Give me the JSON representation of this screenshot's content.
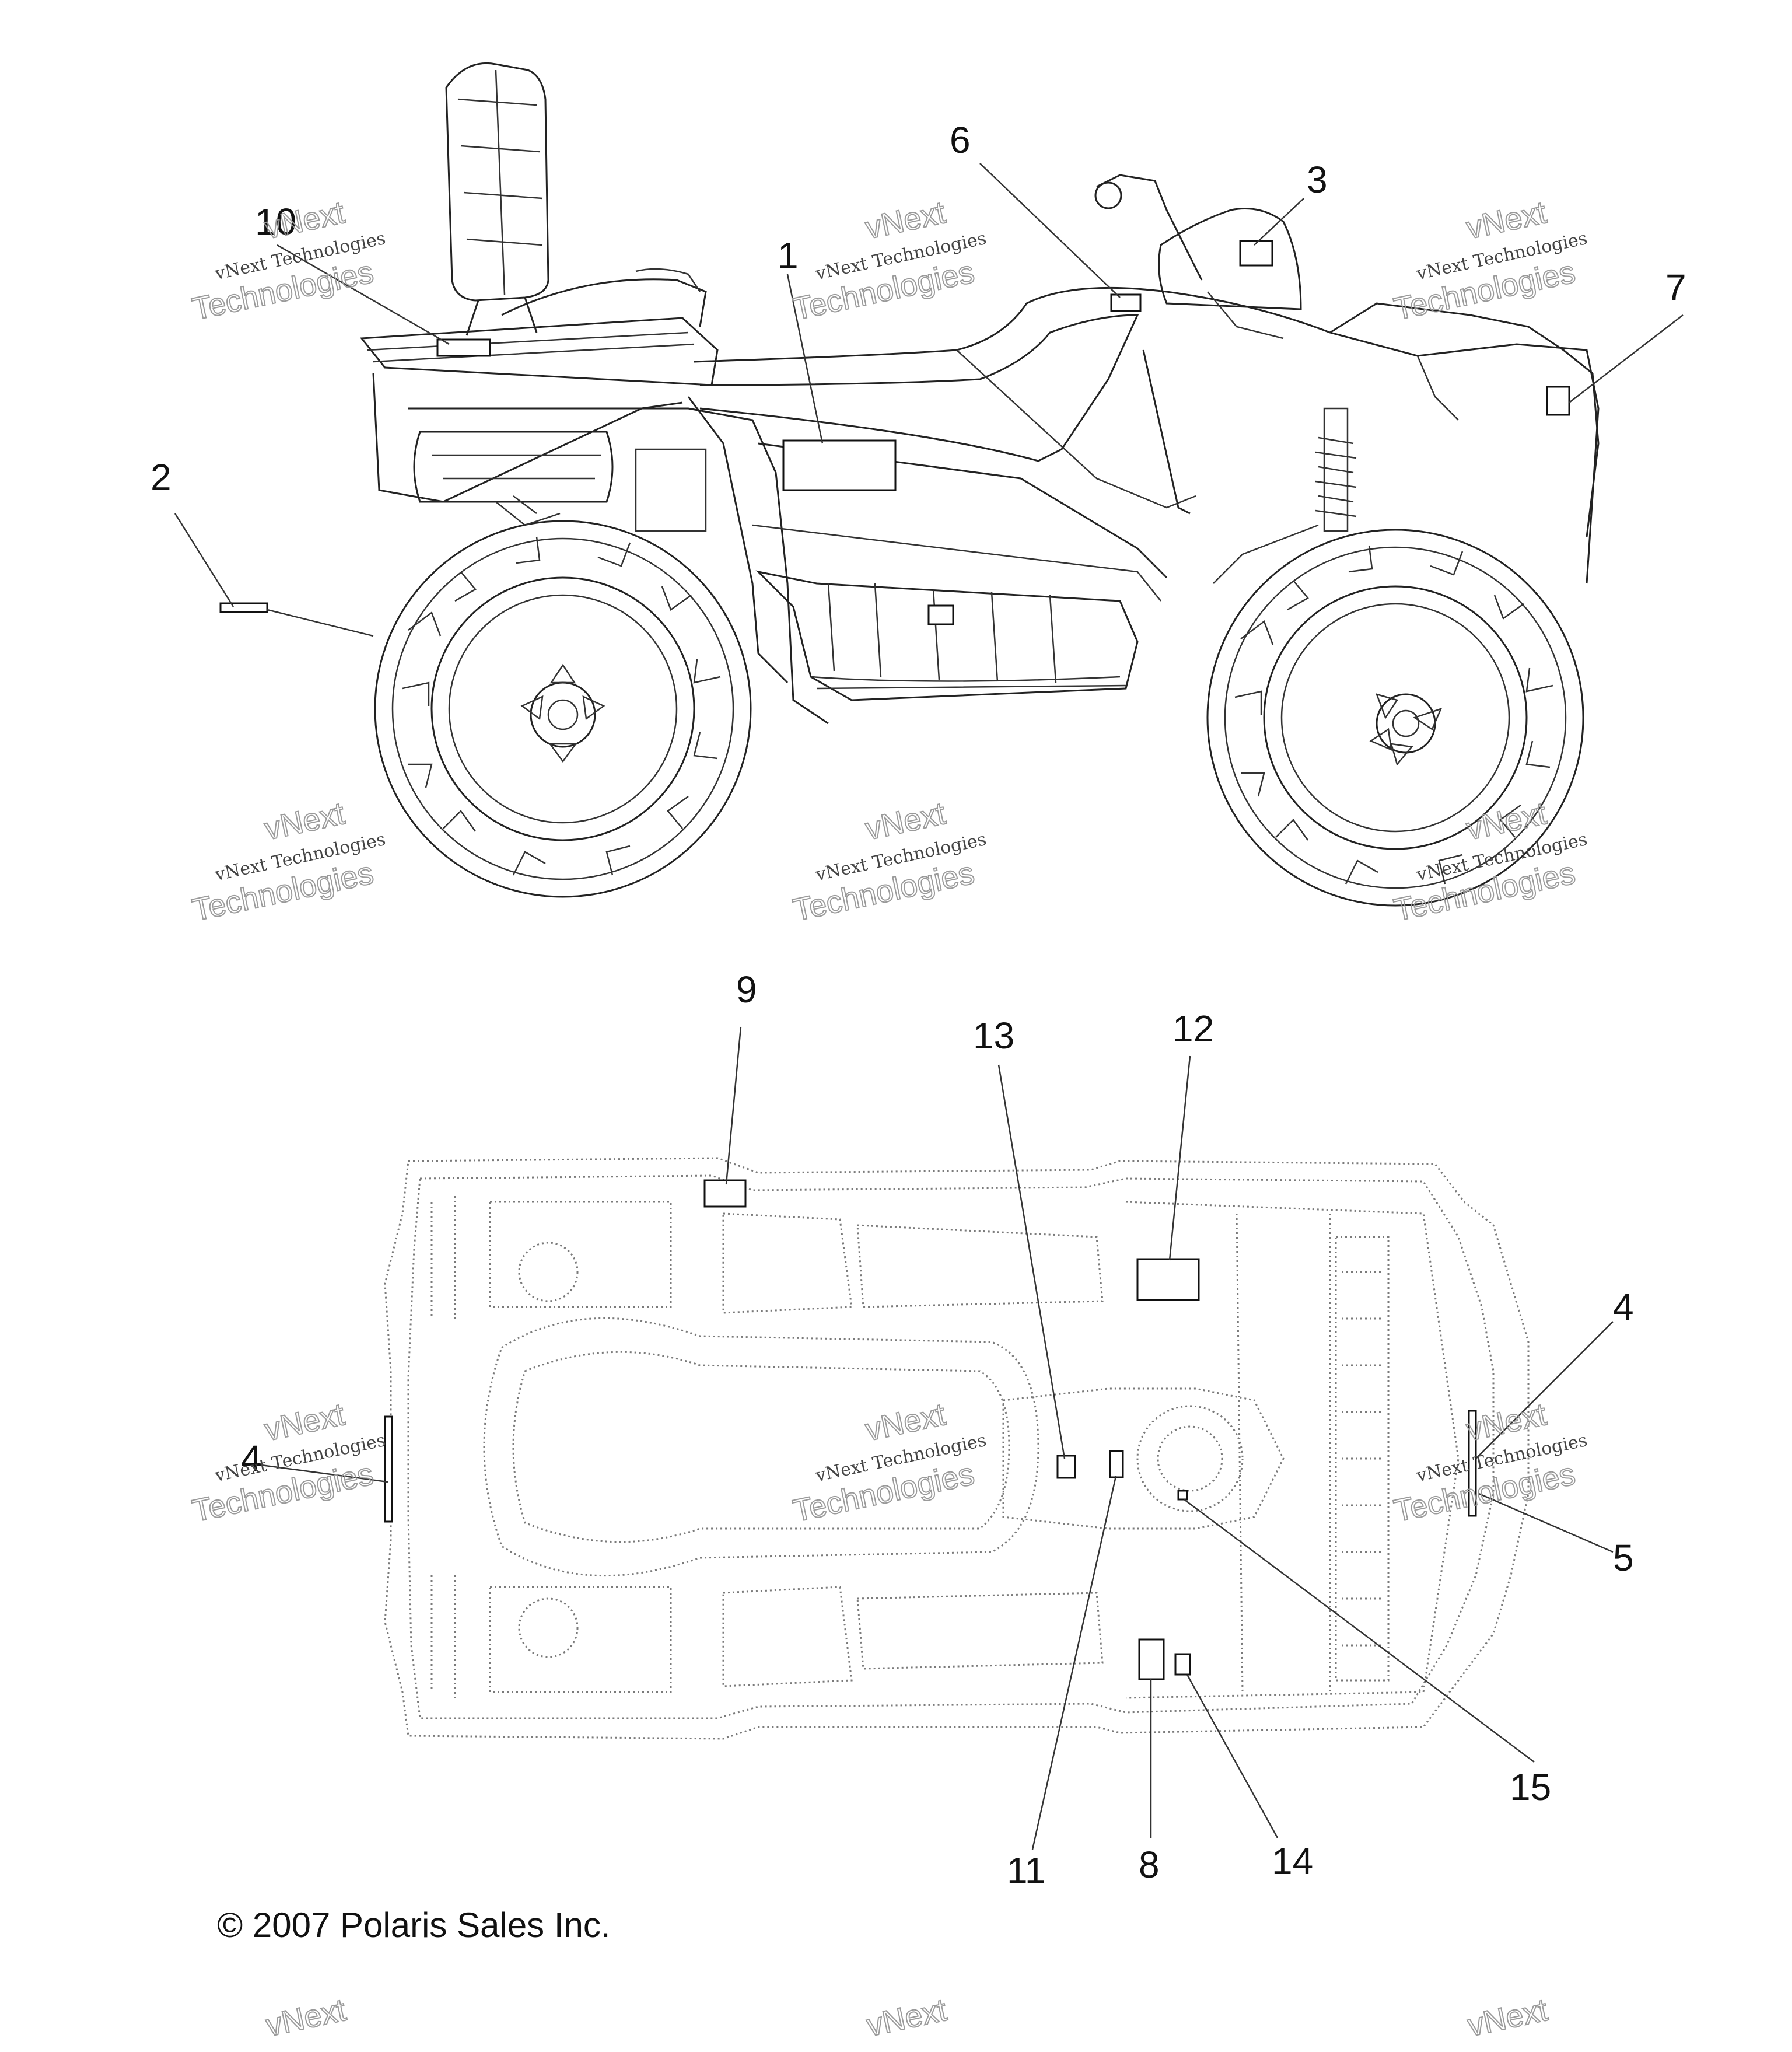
{
  "callouts": {
    "c1": "1",
    "c2": "2",
    "c3": "3",
    "c4a": "4",
    "c4b": "4",
    "c5": "5",
    "c6": "6",
    "c7": "7",
    "c8": "8",
    "c9": "9",
    "c10": "10",
    "c11": "11",
    "c12": "12",
    "c13": "13",
    "c14": "14",
    "c15": "15"
  },
  "watermark": {
    "line1": "vNext",
    "line2": "vNext Technologies",
    "line3": "Technologies"
  },
  "copyright": "© 2007 Polaris Sales Inc."
}
